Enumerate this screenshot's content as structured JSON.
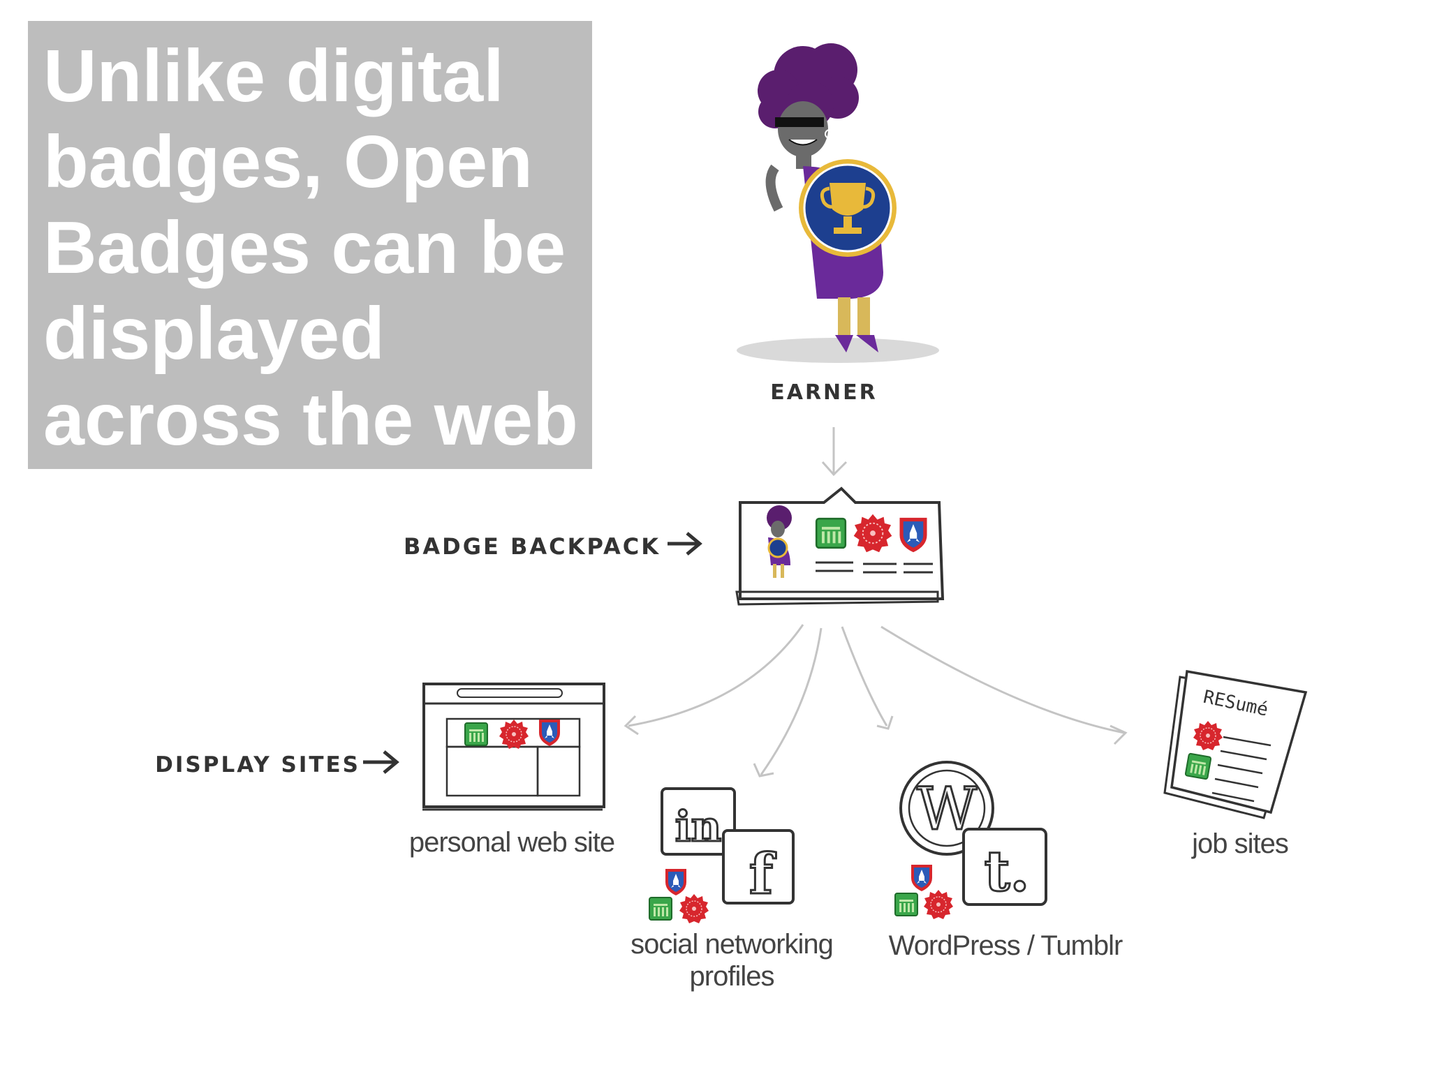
{
  "title": "Unlike digital badges, Open Badges can be displayed across the web",
  "diagram": {
    "earner_label": "EARNER",
    "backpack_label": "BADGE BACKPACK",
    "display_sites_label": "DISPLAY SITES",
    "sites": {
      "personal": "personal web site",
      "social_line1": "social networking",
      "social_line2": "profiles",
      "wordpress": "WordPress / Tumblr",
      "jobs": "job sites"
    },
    "logo_letters": {
      "linkedin": "in",
      "facebook": "f",
      "wordpress": "W",
      "tumblr": "t."
    },
    "resume_text": "RESumé"
  },
  "colors": {
    "title_bg": "#bdbdbd",
    "badge_blue": "#1d3f8f",
    "badge_gold": "#e8b93a",
    "badge_red": "#d7262d",
    "badge_green": "#3aa64a",
    "earner_purple": "#6a2a9a"
  }
}
